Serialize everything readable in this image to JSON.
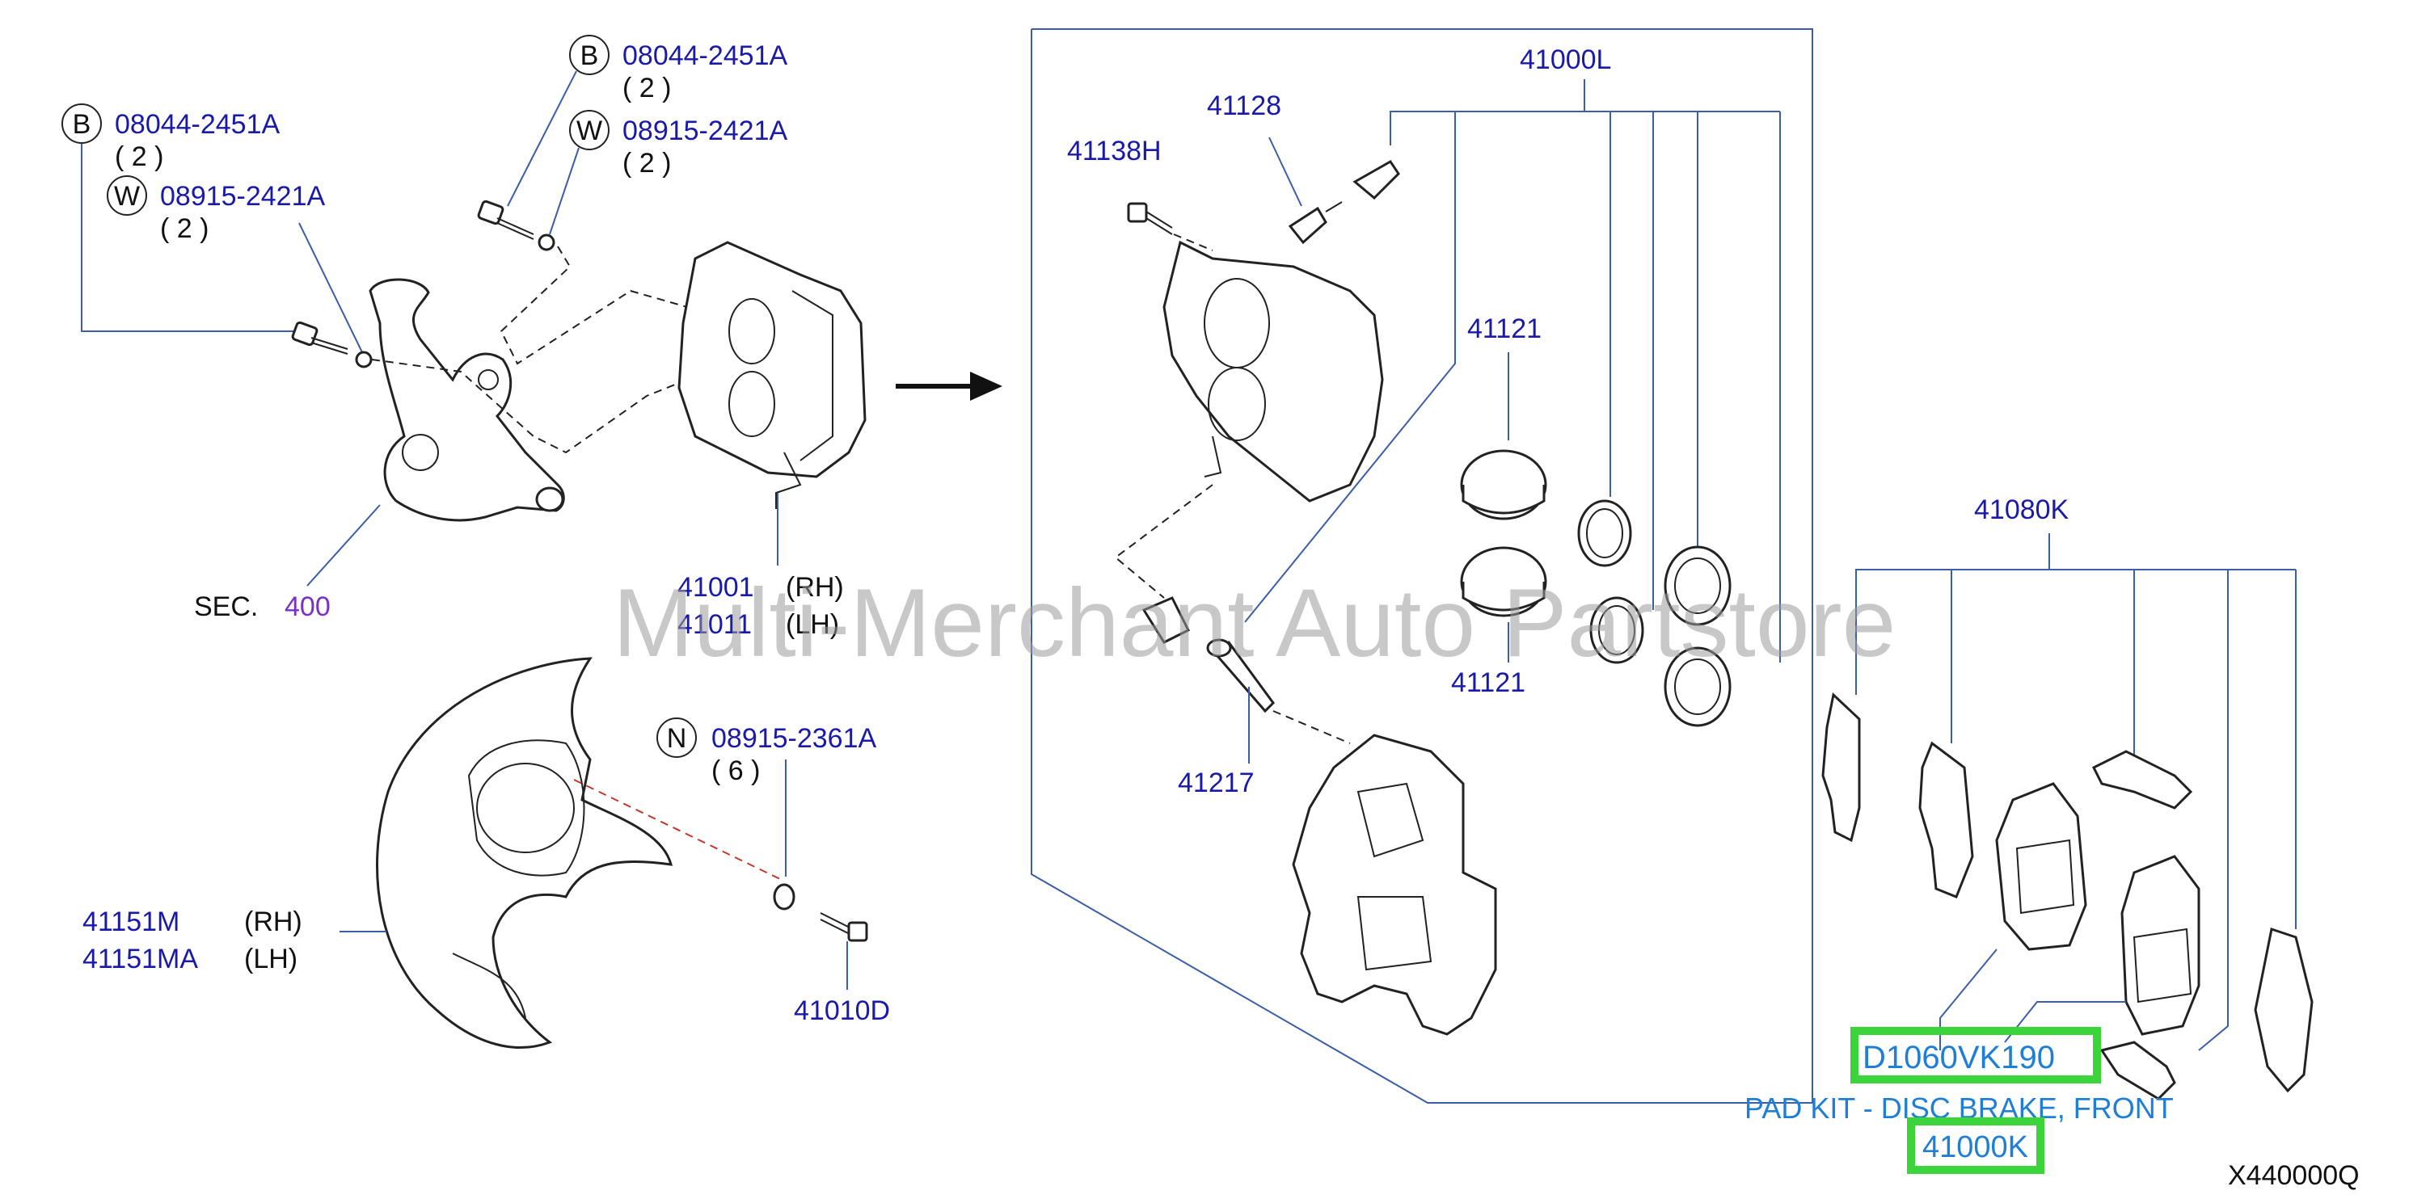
{
  "callouts_top_left": {
    "b1_letter": "B",
    "b1_part": "08044-2451A",
    "b1_qty": "( 2 )",
    "w1_letter": "W",
    "w1_part": "08915-2421A",
    "w1_qty": "( 2 )",
    "b2_letter": "B",
    "b2_part": "08044-2451A",
    "b2_qty": "( 2 )",
    "w2_letter": "W",
    "w2_part": "08915-2421A",
    "w2_qty": "( 2 )"
  },
  "section_ref": {
    "prefix": "SEC.",
    "number": "400"
  },
  "caliper_assy": {
    "rh_part": "41001",
    "rh_side": "(RH)",
    "lh_part": "41011",
    "lh_side": "(LH)"
  },
  "shield": {
    "n_letter": "N",
    "n_part": "08915-2361A",
    "n_qty": "( 6 )",
    "rh_part": "41151M",
    "rh_side": "(RH)",
    "lh_part": "41151MA",
    "lh_side": "(LH)",
    "bolt_part": "41010D"
  },
  "detail": {
    "seal_kit": "41000L",
    "bleeder": "41128",
    "bolt": "41138H",
    "piston_top": "41121",
    "piston_bottom": "41121",
    "pin": "41217"
  },
  "pad_kit": {
    "group_part": "41080K",
    "highlight_part": "D1060VK190",
    "description": "PAD KIT - DISC BRAKE, FRONT",
    "kit_part": "41000K"
  },
  "watermark": "Multi-Merchant Auto Partstore",
  "diagram_id": "X440000Q",
  "colors": {
    "part_number": "#1a1aa8",
    "leader": "#3a5ea8",
    "highlight": "#3bd43b",
    "pad_text": "#1f7fd6",
    "section_number": "#7a2fc8"
  }
}
